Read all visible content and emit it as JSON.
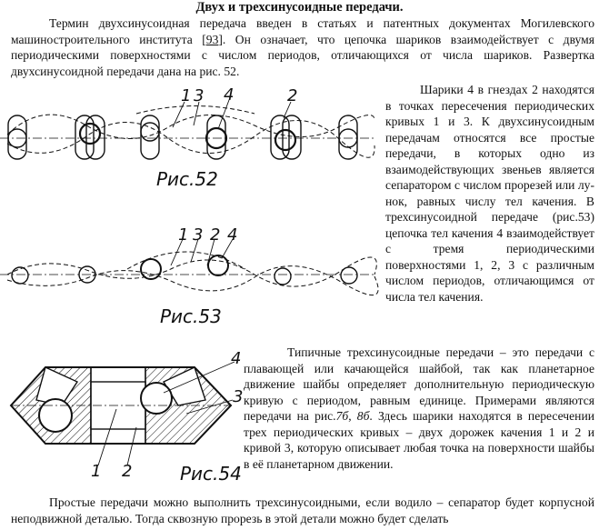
{
  "title": "Двух и трехсинусоидные передачи.",
  "para1": {
    "a": "Термин двухсинусоидная передача введен в статьях и патентных документах Могилевско­го машиностроительного института [",
    "ref": "93",
    "b": "]. Он означает, что цепочка шариков взаимодействует с двумя периодическими поверхностями с числом периодов, отличающихся от числа шариков. Развертка двухсинусоидной  передачи дана на рис. 52."
  },
  "para2": "Шарики 4 в гнездах 2 нахо­дятся в точках пересечения пе­риодических кривых 1 и 3. К двухсинусоидным передачам от­носятся все простые передачи, в которых одно из взаимодейст­вующих звеньев является сепа­ратором с числом прорезей или лу­нок, равных числу тел качения. В трехсинусоидной передаче (рис.53) цепочка тел качения 4 взаимодействует с тремя перио­дическими поверхностями 1, 2, 3 с различным числом периодов, отличающимся от числа тел каче­ния.",
  "para3": {
    "a": "Типичные трехсинусоидные передачи – это пере­дачи с плавающей или качающейся шайбой, так как планетарное движение шайбы определяет дополнитель­ную периодическую кривую с периодом, равным еди­нице. Примерами являются передачи на  рис.",
    "r1": "7б",
    "sep": ", ",
    "r2": "8б",
    "b": ". Здесь шарики находятся в пересечении трех периодиче­ских кривых – двух дорожек качения 1 и 2 и кривой 3, которую описывает любая точка на поверхности шайбы в её планетарном движении."
  },
  "para4": "Простые передачи можно выполнить трехсинусоидными, если водило – сепаратор будет корпусной неподвижной деталью. Тогда сквозную прорезь в этой детали можно будет сделать",
  "fig52": {
    "caption": "Рис.52",
    "labels": [
      "1",
      "3",
      "4",
      "2"
    ]
  },
  "fig53": {
    "caption": "Рис.53",
    "labels": [
      "1",
      "3",
      "2",
      "4"
    ]
  },
  "fig54": {
    "caption": "Рис.54",
    "labels": [
      "4",
      "3",
      "1",
      "2"
    ]
  }
}
